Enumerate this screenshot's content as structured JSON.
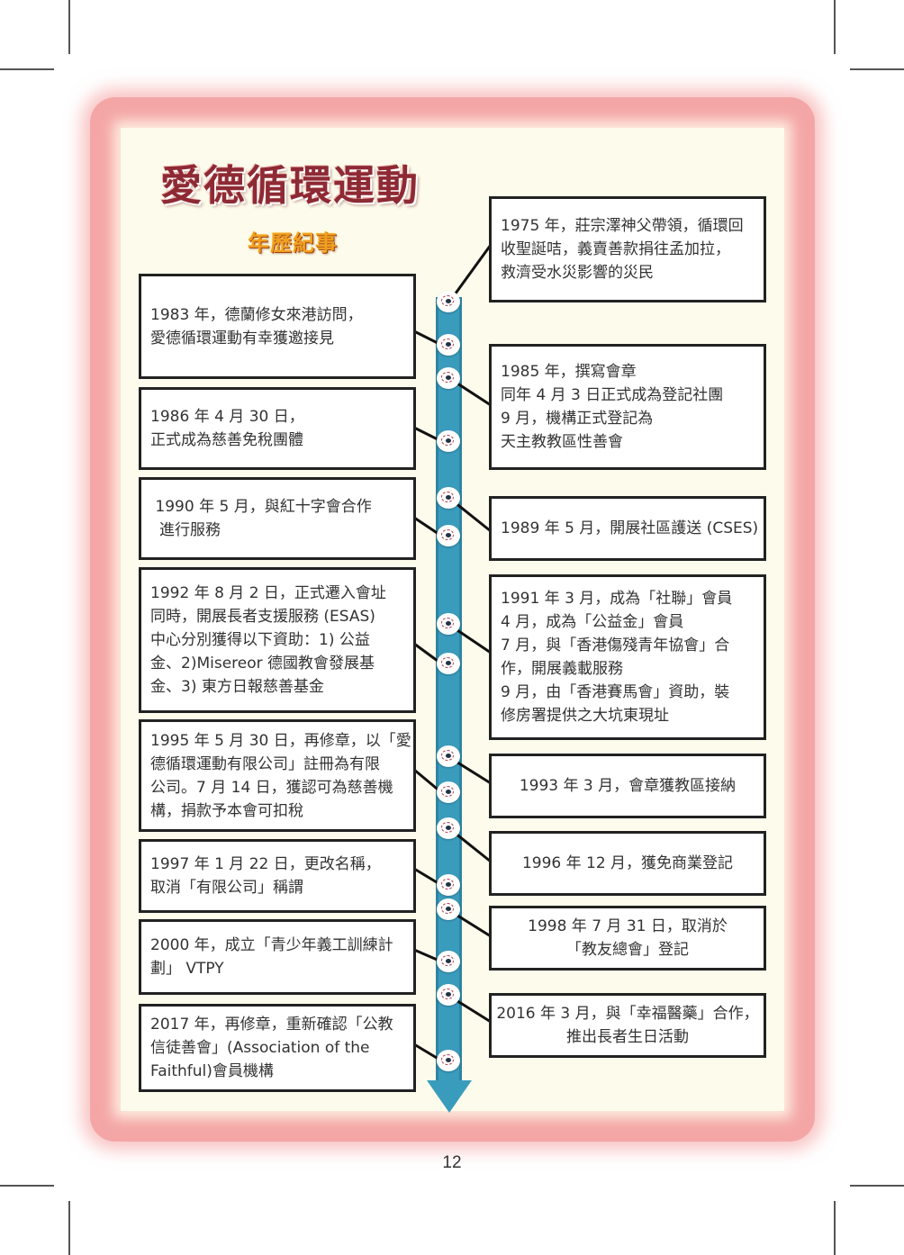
{
  "page": {
    "title": "愛德循環運動",
    "subtitle": "年歷紀事",
    "page_number": "12",
    "colors": {
      "title": "#8e2a34",
      "subtitle": "#f0a020",
      "frame": "#f4a6a6",
      "background": "#fdfcec",
      "timeline": "#3a9cbd"
    }
  },
  "left_events": [
    {
      "lines": [
        "1983 年，德蘭修女來港訪問，",
        "愛德循環運動有幸獲邀接見"
      ]
    },
    {
      "lines": [
        "1986 年 4 月 30 日，",
        "正式成為慈善免稅團體"
      ]
    },
    {
      "lines": [
        " 1990 年 5 月，與紅十字會合作",
        "進行服務"
      ]
    },
    {
      "lines": [
        "1992 年 8 月 2 日，正式遷入會址",
        "同時，開展長者支援服務 (ESAS)",
        "中心分別獲得以下資助：1) 公益",
        "金、2)Misereor 德國教會發展基",
        "金、3) 東方日報慈善基金"
      ]
    },
    {
      "lines": [
        "1995 年 5 月 30 日，再修章，以「愛",
        "德循環運動有限公司」註冊為有限",
        "公司。7 月 14 日，獲認可為慈善機",
        "構，捐款予本會可扣稅"
      ]
    },
    {
      "lines": [
        "1997 年 1 月 22 日，更改名稱，",
        "取消「有限公司」稱謂"
      ]
    },
    {
      "lines": [
        "2000 年，成立「青少年義工訓練計",
        "劃」 VTPY"
      ]
    },
    {
      "lines": [
        "2017 年，再修章，重新確認「公教",
        "信徒善會」(Association of the",
        "Faithful)會員機構"
      ]
    }
  ],
  "right_events": [
    {
      "lines": [
        "1975 年，莊宗澤神父帶領，循環回",
        "收聖誕咭，義賣善款捐往孟加拉，",
        "救濟受水災影響的災民"
      ]
    },
    {
      "lines": [
        "1985 年，撰寫會章",
        "同年 4 月 3 日正式成為登記社團",
        "9 月，機構正式登記為",
        "天主教教區性善會"
      ]
    },
    {
      "lines": [
        "1989 年 5 月，開展社區護送 (CSES)"
      ]
    },
    {
      "lines": [
        "1991 年 3 月，成為「社聯」會員",
        "4 月，成為「公益金」會員",
        "7 月，與「香港傷殘青年協會」合",
        "作，開展義載服務",
        "9 月，由「香港賽馬會」資助，裝",
        "修房署提供之大坑東現址"
      ]
    },
    {
      "lines": [
        "1993 年 3 月，會章獲教區接納"
      ]
    },
    {
      "lines": [
        "1996 年 12 月，獲免商業登記"
      ]
    },
    {
      "lines": [
        "1998 年 7 月 31 日，取消於",
        "「教友總會」登記"
      ]
    },
    {
      "lines": [
        "2016 年 3 月，與「幸福醫藥」合作，",
        "推出長者生日活動"
      ]
    }
  ]
}
